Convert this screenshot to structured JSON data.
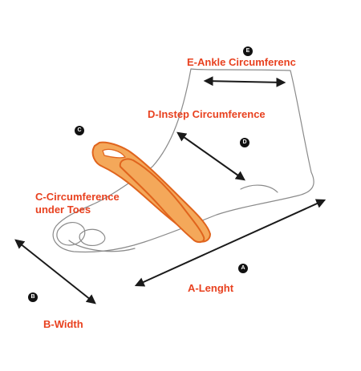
{
  "diagram": {
    "labels": {
      "ankle": "E-Ankle Circumferenc",
      "instep": "D-Instep Circumference",
      "toes_line1": "C-Circumference",
      "toes_line2": "under Toes",
      "length": "A-Lenght",
      "width": "B-Width"
    },
    "badges": {
      "a": "A",
      "b": "B",
      "c": "C",
      "d": "D",
      "e": "E"
    },
    "colors": {
      "label_text": "#e8411f",
      "band_fill": "#f4a85a",
      "band_stroke": "#e0641d",
      "outline": "#8a8a8a",
      "arrow": "#1a1a1a",
      "badge": "#111111"
    }
  }
}
